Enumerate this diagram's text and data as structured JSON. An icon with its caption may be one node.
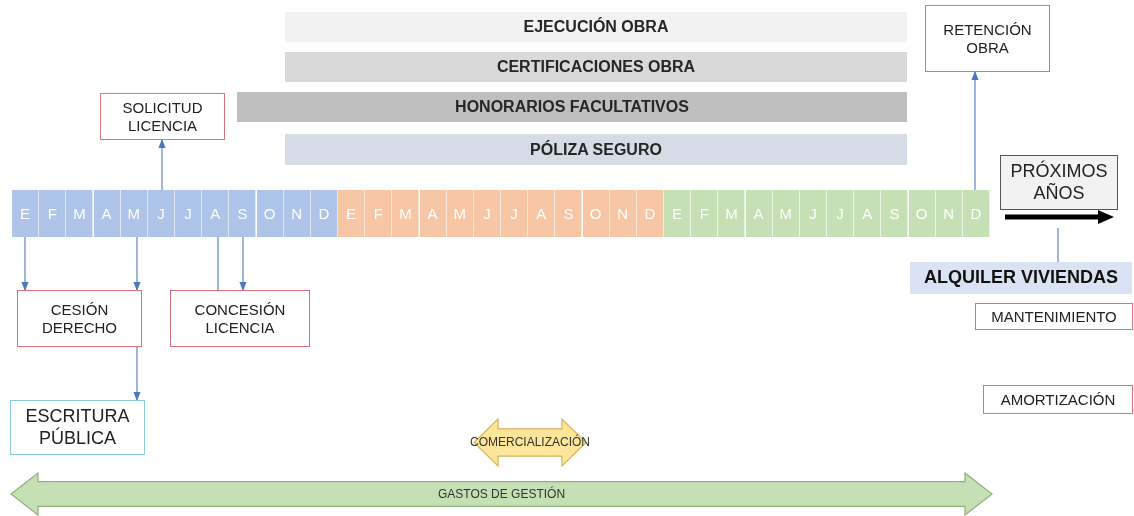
{
  "diagram": {
    "nodes": [
      {
        "text": [
          "EJECUCIÓN OBRA"
        ]
      },
      {
        "text": [
          "CERTIFICACIONES OBRA"
        ]
      },
      {
        "text": [
          "HONORARIOS FACULTATIVOS"
        ]
      },
      {
        "text": [
          "PÓLIZA SEGURO"
        ]
      },
      {
        "text": [
          "RETENCIÓN OBRA"
        ]
      },
      {
        "text": [
          "SOLICITUD LICENCIA"
        ]
      },
      {
        "text": [
          "PRÓXIMOS AÑOS"
        ]
      },
      {
        "text": [
          "E"
        ]
      },
      {
        "text": [
          "F"
        ]
      },
      {
        "text": [
          "M"
        ]
      },
      {
        "text": [
          "A"
        ]
      },
      {
        "text": [
          "M"
        ]
      },
      {
        "text": [
          "J"
        ]
      },
      {
        "text": [
          "J"
        ]
      },
      {
        "text": [
          "A"
        ]
      },
      {
        "text": [
          "S"
        ]
      },
      {
        "text": [
          "O"
        ]
      },
      {
        "text": [
          "N"
        ]
      },
      {
        "text": [
          "D"
        ]
      },
      {
        "text": [
          "E"
        ]
      },
      {
        "text": [
          "F"
        ]
      },
      {
        "text": [
          "M"
        ]
      },
      {
        "text": [
          "A"
        ]
      },
      {
        "text": [
          "M"
        ]
      },
      {
        "text": [
          "J"
        ]
      },
      {
        "text": [
          "J"
        ]
      },
      {
        "text": [
          "A"
        ]
      },
      {
        "text": [
          "S"
        ]
      },
      {
        "text": [
          "O"
        ]
      },
      {
        "text": [
          "N"
        ]
      },
      {
        "text": [
          "D"
        ]
      },
      {
        "text": [
          "E"
        ]
      },
      {
        "text": [
          "F"
        ]
      },
      {
        "text": [
          "M"
        ]
      },
      {
        "text": [
          "A"
        ]
      },
      {
        "text": [
          "M"
        ]
      },
      {
        "text": [
          "J"
        ]
      },
      {
        "text": [
          "J"
        ]
      },
      {
        "text": [
          "A"
        ]
      },
      {
        "text": [
          "S"
        ]
      },
      {
        "text": [
          "O"
        ]
      },
      {
        "text": [
          "N"
        ]
      },
      {
        "text": [
          "D"
        ]
      },
      {
        "text": [
          "ALQUILER VIVIENDAS"
        ]
      },
      {
        "text": [
          "CESIÓN DERECHO"
        ]
      },
      {
        "text": [
          "CONCESIÓN LICENCIA"
        ]
      },
      {
        "text": [
          "MANTENIMIENTO"
        ]
      },
      {
        "text": [
          "ESCRITURA PÚBLICA"
        ]
      },
      {
        "text": [
          "AMORTIZACIÓN"
        ]
      },
      {
        "text": [
          "COMERCIALIZACIÓN"
        ]
      },
      {
        "text": [
          "GASTOS DE GESTIÓN"
        ]
      }
    ],
    "edges": [
      {
        "from": 12,
        "to": 5,
        "arrow": "to"
      },
      {
        "from": 42,
        "to": 4,
        "arrow": "to"
      },
      {
        "from": 7,
        "to": 44,
        "arrow": "to"
      },
      {
        "from": 11,
        "to": 44,
        "arrow": "to"
      },
      {
        "from": 14,
        "to": 45,
        "arrow": "none"
      },
      {
        "from": 15,
        "to": 45,
        "arrow": "to"
      },
      {
        "from": 44,
        "to": 47,
        "arrow": "to"
      },
      {
        "from": 6,
        "to": 43,
        "arrow": "none"
      }
    ]
  }
}
